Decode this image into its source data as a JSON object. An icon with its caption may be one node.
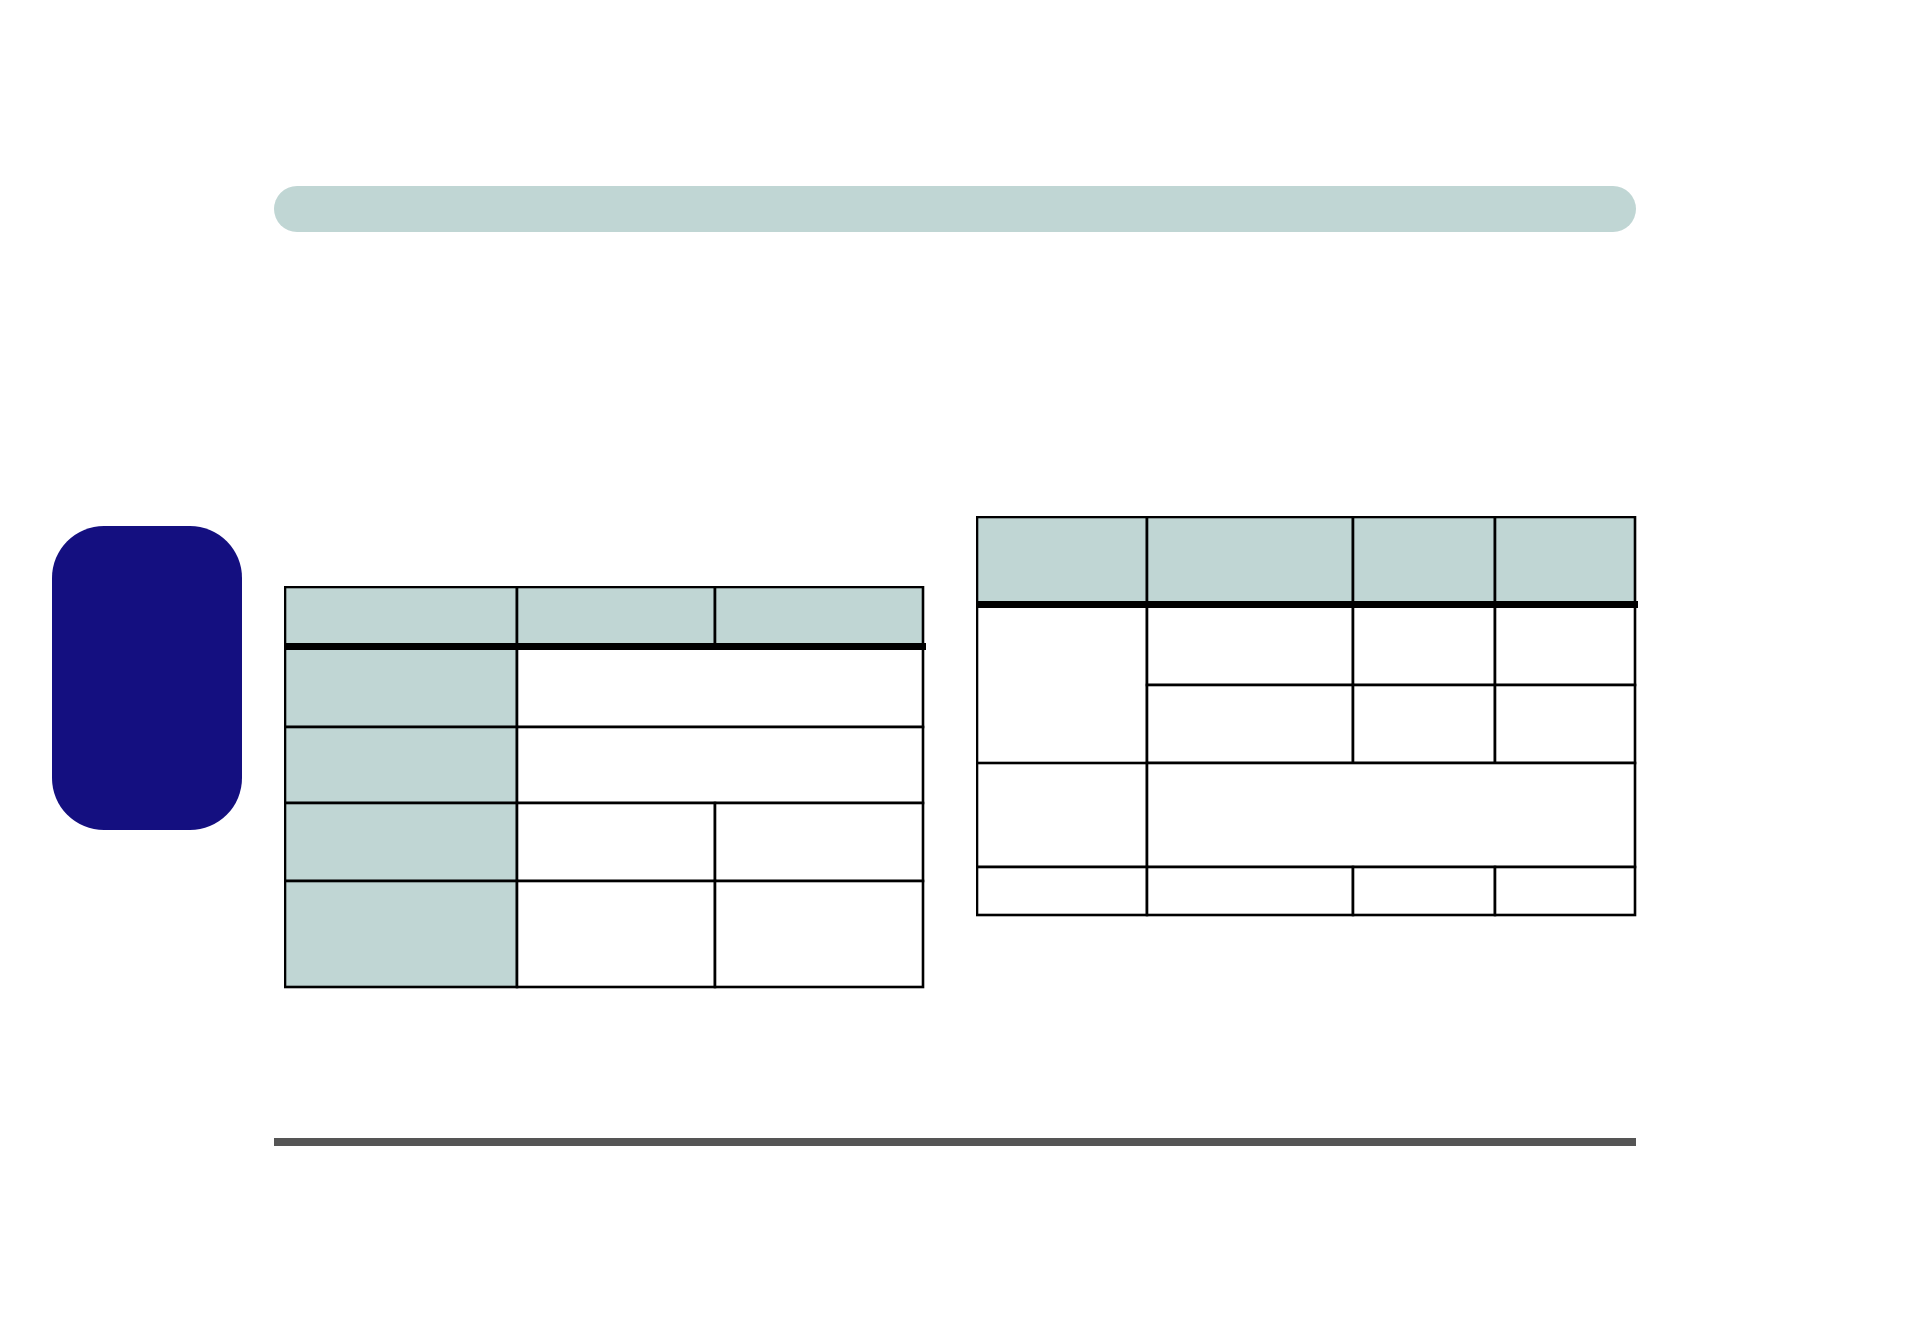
{
  "diagram": {
    "nodes": [
      {
        "text": [],
        "shape": "bar"
      },
      {
        "text": [],
        "shape": "box"
      },
      {
        "text": [],
        "shape": "table"
      },
      {
        "text": [],
        "shape": "table"
      }
    ]
  }
}
